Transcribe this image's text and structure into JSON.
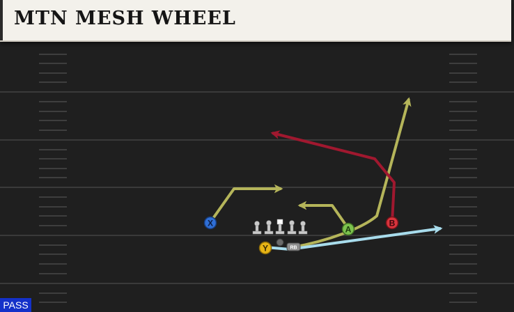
{
  "play": {
    "title": "MTN MESH WHEEL",
    "type_badge": "PASS"
  },
  "players": {
    "x": "X",
    "y": "Y",
    "a": "A",
    "b": "B",
    "rb": "RB"
  },
  "colors": {
    "field": "#1f1f1f",
    "yard_line": "#3a3a3a",
    "hash": "#3e3e3e",
    "route_gold": "#b5b55a",
    "route_red": "#a0182f",
    "route_blue": "#a8dcec",
    "player_x": "#2f6fd6",
    "player_y": "#e8b516",
    "player_a": "#7cc24d",
    "player_b": "#d8343d",
    "badge": "#1431c9"
  }
}
